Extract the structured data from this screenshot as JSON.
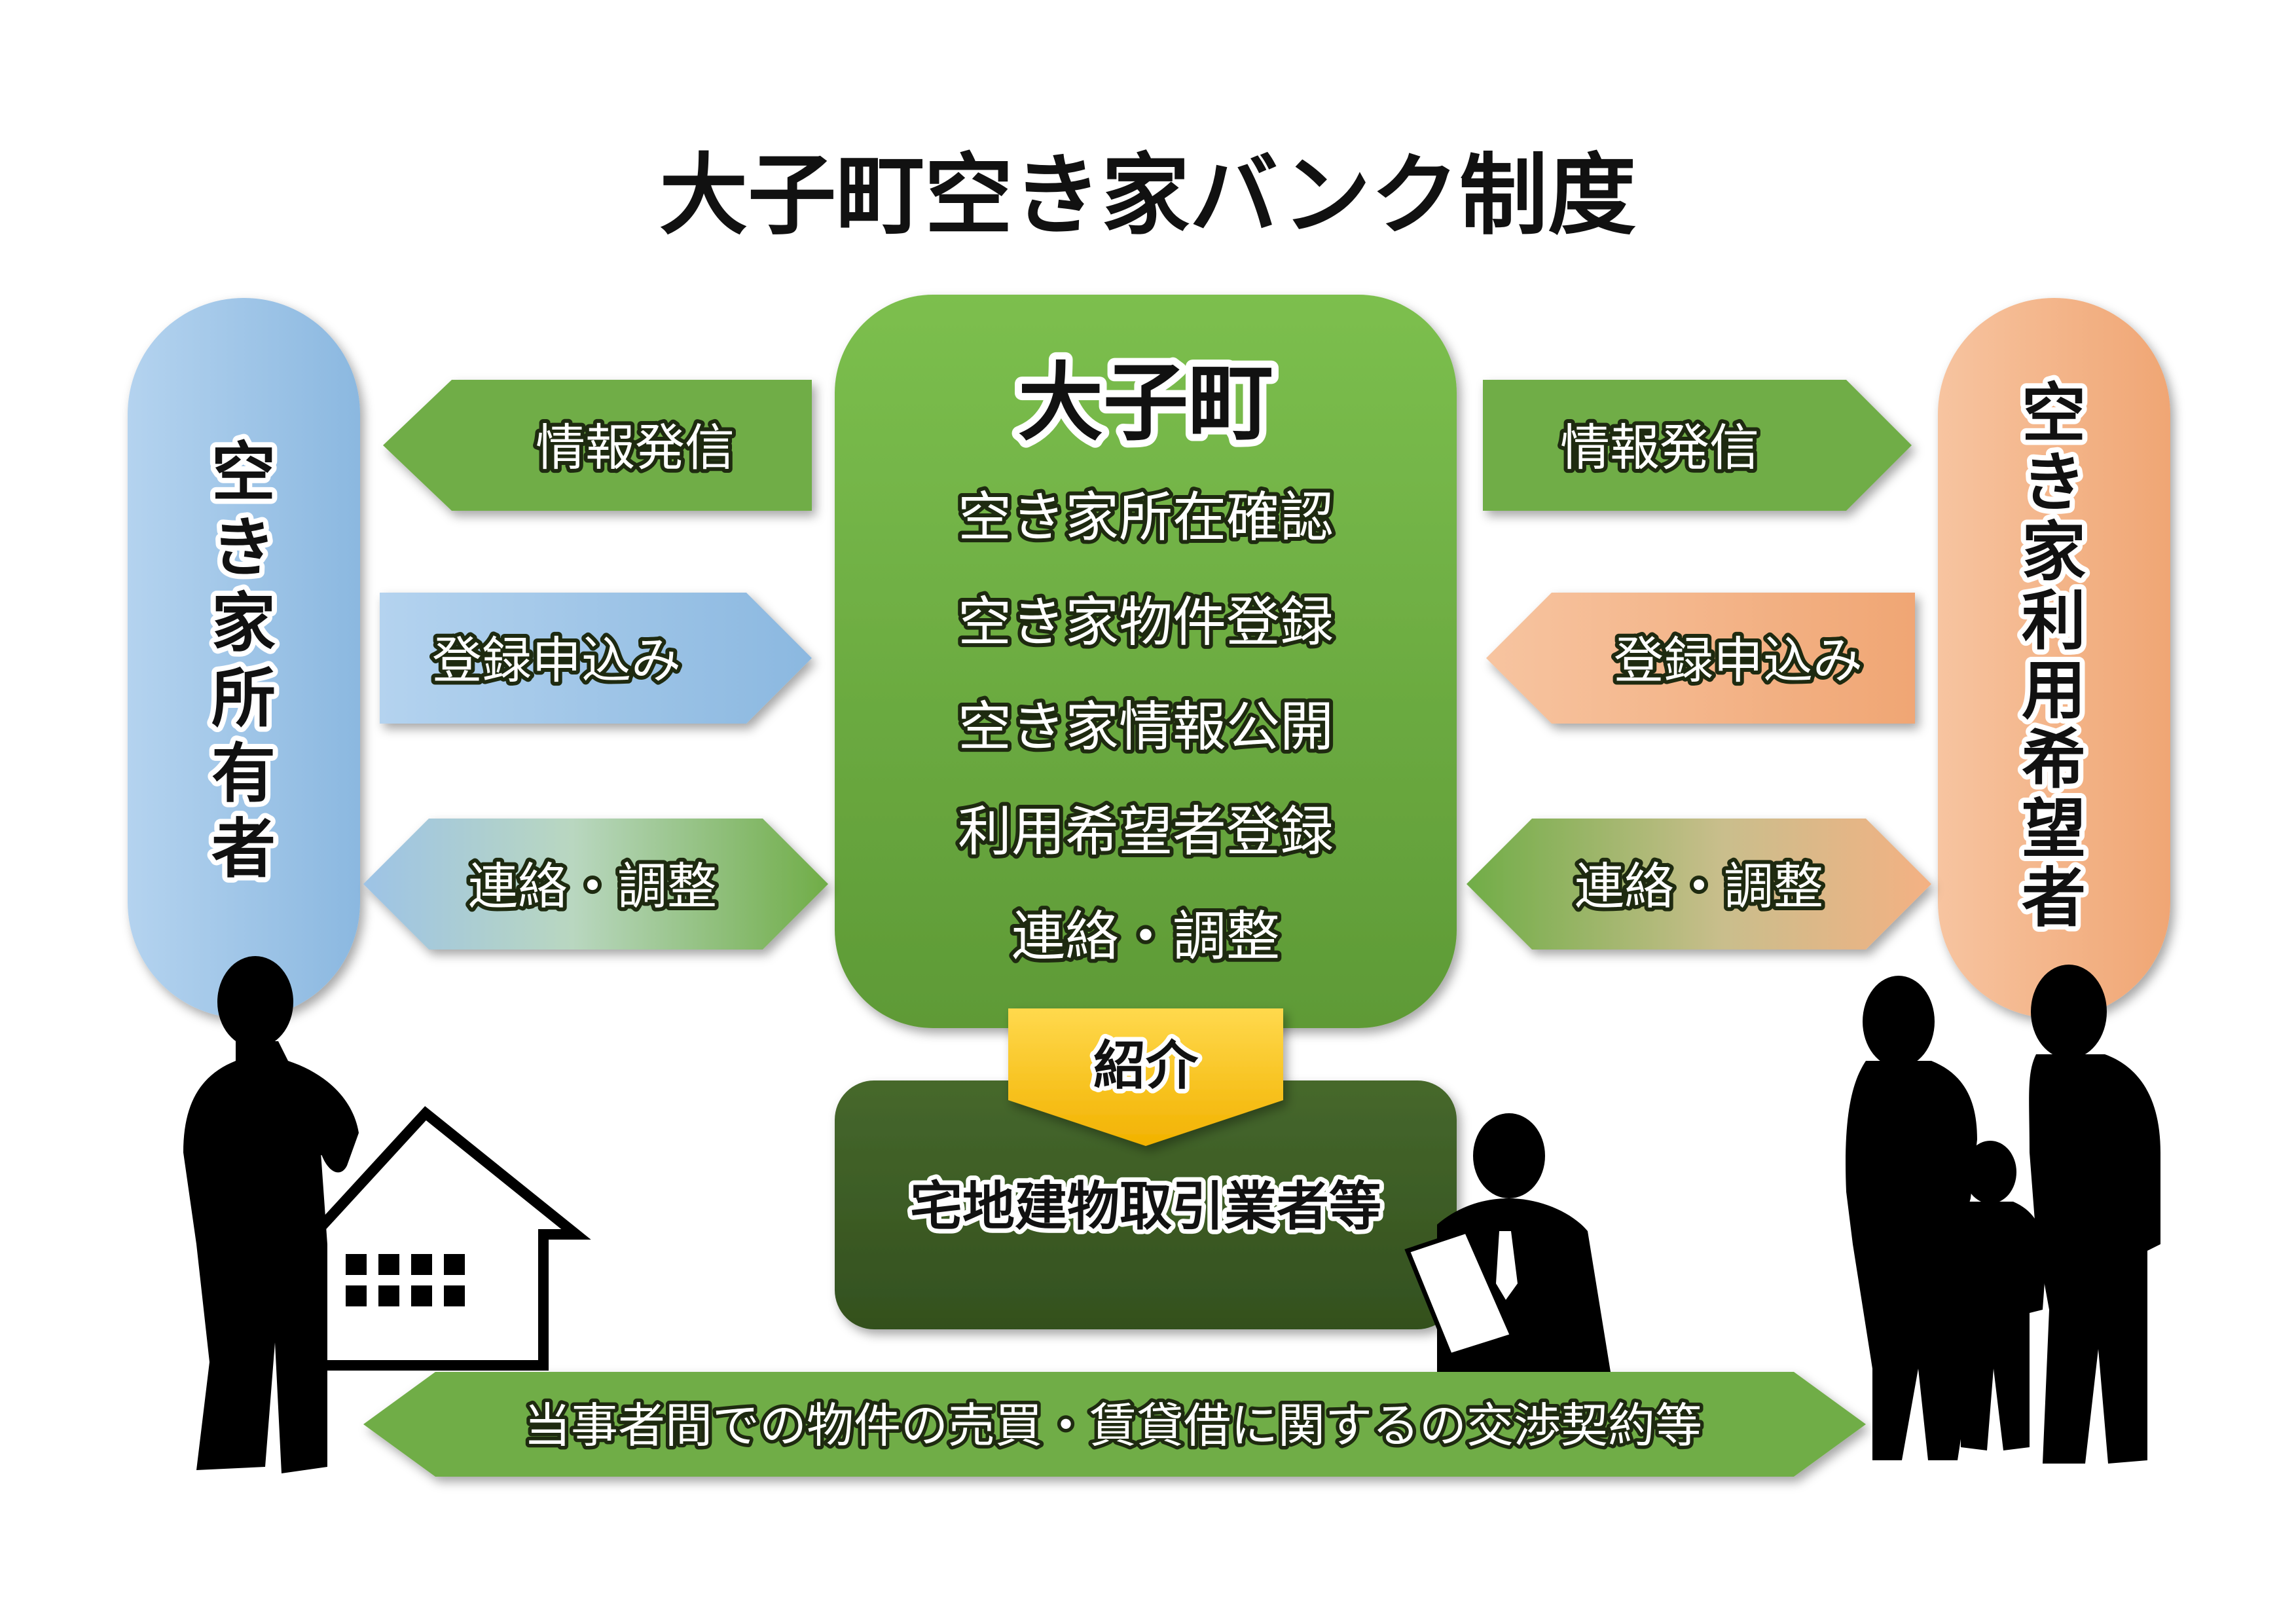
{
  "title": "大子町空き家バンク制度",
  "owner": {
    "label": "空き家所有者",
    "color": "#9dc3e6"
  },
  "seeker": {
    "label": "空き家利用希望者",
    "color": "#f4b183"
  },
  "town": {
    "name": "大子町",
    "tasks": [
      "空き家所在確認",
      "空き家物件登録",
      "空き家情報公開",
      "利用希望者登録",
      "連絡・調整"
    ],
    "color": "#70ad47"
  },
  "introduction": {
    "label": "紹介",
    "color": "#ffc000"
  },
  "realtor": {
    "label": "宅地建物取引業者等",
    "color": "#3b5a24"
  },
  "left_arrows": {
    "info": "情報発信",
    "register": "登録申込み",
    "contact": "連絡・調整"
  },
  "right_arrows": {
    "info": "情報発信",
    "register": "登録申込み",
    "contact": "連絡・調整"
  },
  "bottom_arrow": {
    "label": "当事者間での物件の売買・賃貸借に関するの交渉契約等"
  },
  "icons": {
    "owner": "person-silhouette-icon",
    "house": "house-icon",
    "realtor": "businessman-with-document-icon",
    "family": "family-silhouette-icon"
  }
}
